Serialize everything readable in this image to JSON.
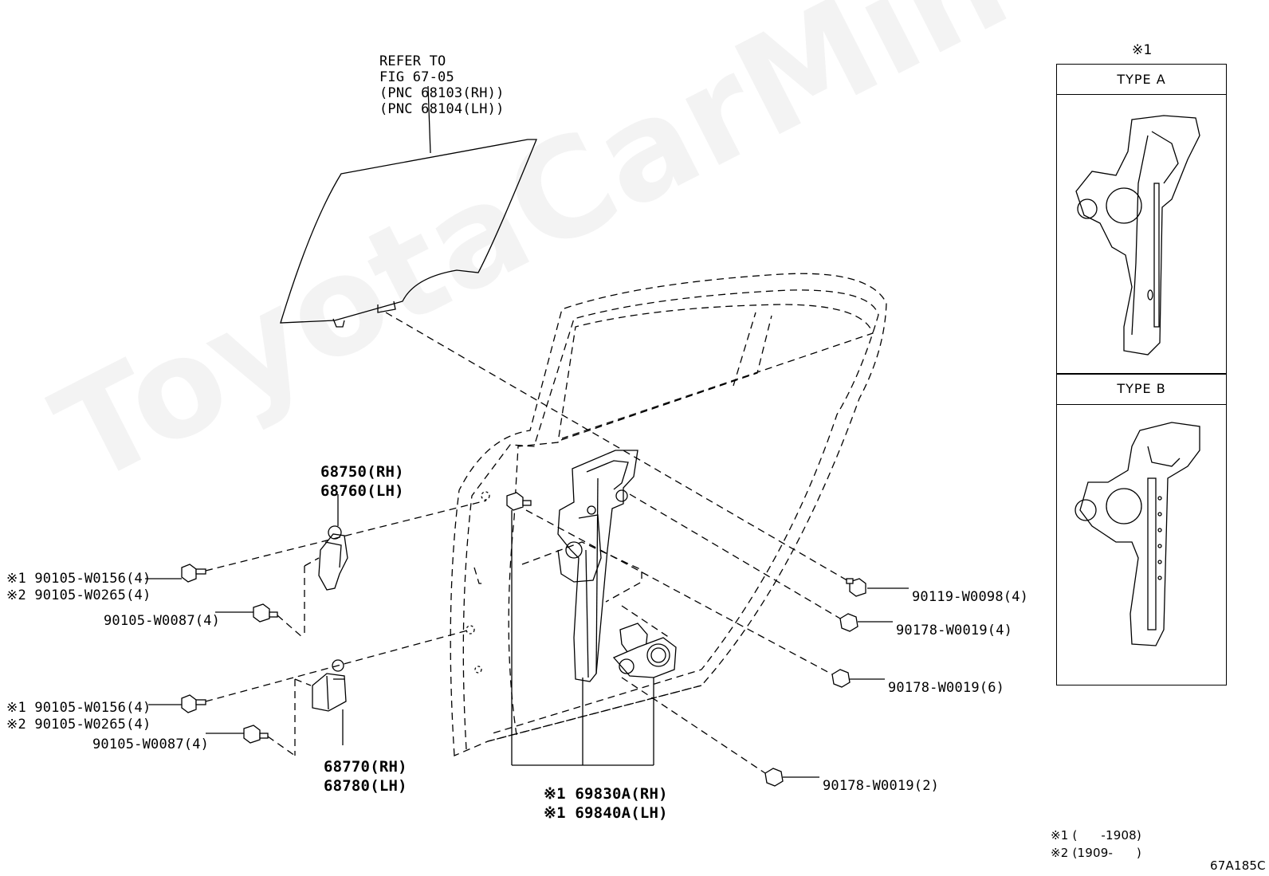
{
  "watermark": "ToyotaCarMine.ru",
  "glass_note": {
    "lines": [
      "REFER TO",
      "FIG 67-05",
      "(PNC 68103(RH))",
      "(PNC 68104(LH))"
    ]
  },
  "labels": {
    "p68750": "68750(RH)",
    "p68760": "68760(LH)",
    "p68770": "68770(RH)",
    "p68780": "68780(LH)",
    "p69830": "※1 69830A(RH)",
    "p69840": "※1 69840A(LH)",
    "bolt_upper_1": "※1 90105-W0156(4)",
    "bolt_upper_2": "※2 90105-W0265(4)",
    "bolt_upper_3": "90105-W0087(4)",
    "bolt_lower_1": "※1 90105-W0156(4)",
    "bolt_lower_2": "※2 90105-W0265(4)",
    "bolt_lower_3": "90105-W0087(4)",
    "r_90119": "90119-W0098(4)",
    "r_90178_4": "90178-W0019(4)",
    "r_90178_6": "90178-W0019(6)",
    "r_90178_2": "90178-W0019(2)"
  },
  "inset": {
    "marker": "※1",
    "type_a": "TYPE A",
    "type_b": "TYPE B"
  },
  "notes": {
    "n1": "※1 (      -1908)",
    "n2": "※2 (1909-      )",
    "fig_code": "67A185C"
  }
}
